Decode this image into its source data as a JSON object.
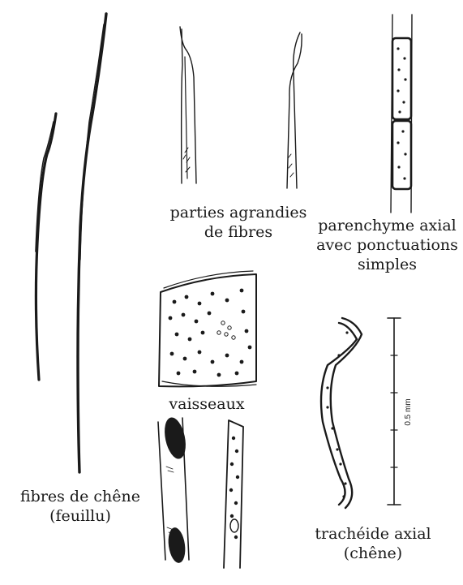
{
  "labels": {
    "fibres_line1": "fibres de chêne",
    "fibres_line2": "(feuillu)",
    "parties_line1": "parties agrandies",
    "parties_line2": "de fibres",
    "parenchyme_line1": "parenchyme axial",
    "parenchyme_line2": "avec ponctuations",
    "parenchyme_line3": "simples",
    "vaisseaux": "vaisseaux",
    "tracheide_line1": "trachéide axial",
    "tracheide_line2": "(chêne)",
    "scale": "0.5 mm"
  },
  "colors": {
    "ink": "#1a1a1a",
    "background": "#ffffff"
  }
}
